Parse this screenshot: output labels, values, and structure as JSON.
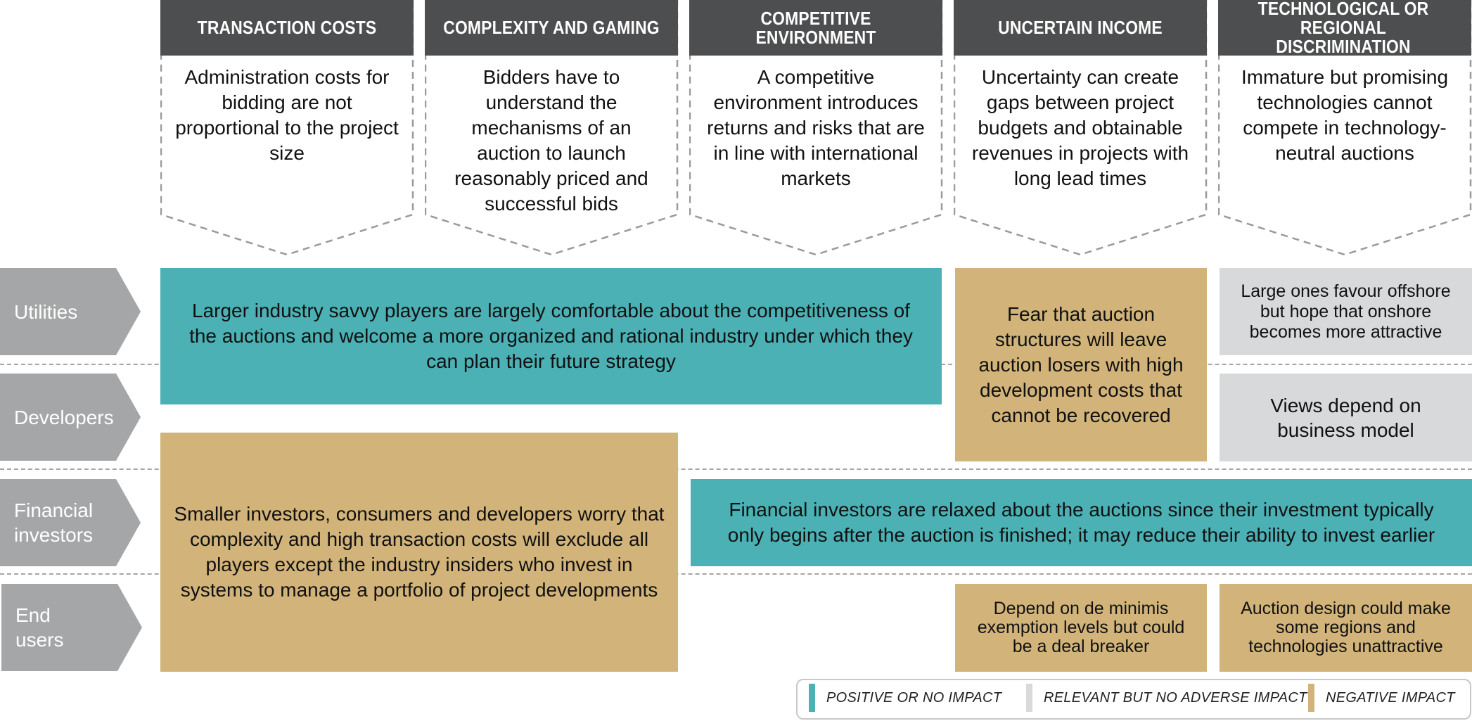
{
  "columns": [
    {
      "title": "TRANSACTION COSTS",
      "description": "Administration costs for bidding are not proportional to the project size"
    },
    {
      "title": "COMPLEXITY AND GAMING",
      "description": "Bidders have to understand the mechanisms of an auction to launch reasonably priced and successful bids"
    },
    {
      "title": "COMPETITIVE ENVIRONMENT",
      "description": "A competitive environment introduces returns and risks that are in line with international markets"
    },
    {
      "title": "UNCERTAIN INCOME",
      "description": "Uncertainty can create gaps between project budgets and obtainable revenues in projects with long lead times"
    },
    {
      "title": "TECHNOLOGICAL OR REGIONAL DISCRIMINATION",
      "description": "Immature but promising technologies cannot compete in technology-neutral auctions"
    }
  ],
  "rows": [
    {
      "label": "Utilities"
    },
    {
      "label": "Developers"
    },
    {
      "label": "Financial investors"
    },
    {
      "label": "End users"
    }
  ],
  "cells": {
    "utilities_developers_positive": "Larger industry savvy players are largely comfortable about the competitiveness of the auctions and welcome a more organized and rational industry under which they can plan their future strategy",
    "uncertain_income_fear": "Fear that auction structures will leave auction losers with high development costs that cannot be recovered",
    "utilities_discrimination": "Large ones favour offshore but hope that onshore becomes more attractive",
    "developers_discrimination": "Views depend on business model",
    "smaller_investors_worry": "Smaller investors, consumers and developers worry that complexity and high transaction costs will exclude all players except the industry insiders who invest in systems to manage a portfolio of project developments",
    "financial_investors_relaxed": "Financial investors are relaxed about the auctions since their investment typically only begins after the auction is finished; it may reduce their ability to invest earlier",
    "end_users_uncertain": "Depend on de minimis exemption levels but could be a deal breaker",
    "end_users_discrimination": "Auction design could make some regions and technologies unattractive"
  },
  "legend": [
    {
      "label": "POSITIVE OR NO IMPACT",
      "color": "#4bb1b5"
    },
    {
      "label": "RELEVANT BUT NO ADVERSE IMPACT",
      "color": "#d8d9da"
    },
    {
      "label": "NEGATIVE IMPACT",
      "color": "#d2b47a"
    }
  ],
  "colors": {
    "header": "#4d4e4f",
    "arrow": "#a5a6a7",
    "teal": "#4bb1b5",
    "tan": "#d2b47a",
    "grey": "#d8d9da"
  }
}
